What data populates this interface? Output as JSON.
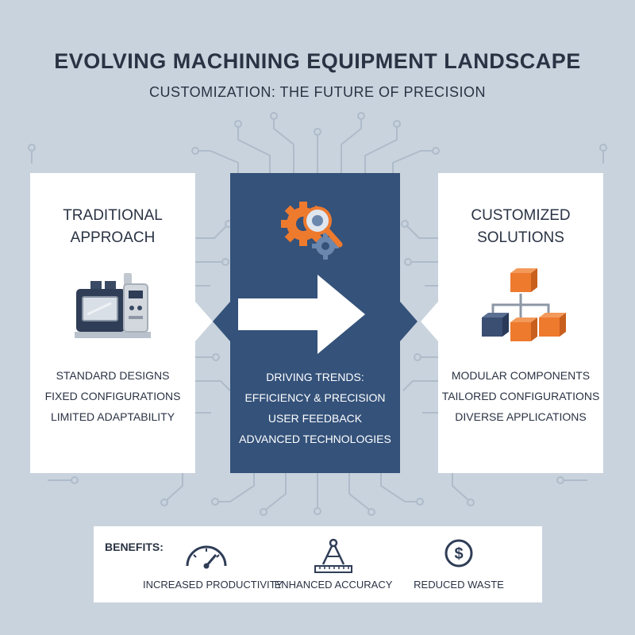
{
  "header": {
    "title": "EVOLVING MACHINING EQUIPMENT LANDSCAPE",
    "subtitle": "CUSTOMIZATION: THE FUTURE OF PRECISION"
  },
  "traditional": {
    "heading_line1": "TRADITIONAL",
    "heading_line2": "APPROACH",
    "icon": "cnc-machine-icon",
    "items": [
      "STANDARD DESIGNS",
      "FIXED CONFIGURATIONS",
      "LIMITED ADAPTABILITY"
    ]
  },
  "center": {
    "icon": "gears-magnifier-icon",
    "arrow": "right-arrow-icon",
    "items": [
      "DRIVING TRENDS:",
      "EFFICIENCY & PRECISION",
      "USER FEEDBACK",
      "ADVANCED TECHNOLOGIES"
    ]
  },
  "customized": {
    "heading_line1": "CUSTOMIZED",
    "heading_line2": "SOLUTIONS",
    "icon": "modular-cubes-icon",
    "items": [
      "MODULAR COMPONENTS",
      "TAILORED CONFIGURATIONS",
      "DIVERSE APPLICATIONS"
    ]
  },
  "benefits": {
    "label": "BENEFITS:",
    "items": [
      {
        "icon": "gauge-icon",
        "label": "INCREASED PRODUCTIVITY"
      },
      {
        "icon": "compass-ruler-icon",
        "label": "ENHANCED ACCURACY"
      },
      {
        "icon": "dollar-coin-icon",
        "label": "REDUCED WASTE"
      }
    ]
  },
  "colors": {
    "background": "#c9d3dd",
    "navy": "#34527a",
    "orange": "#ee7a2e",
    "text": "#2a3344"
  }
}
